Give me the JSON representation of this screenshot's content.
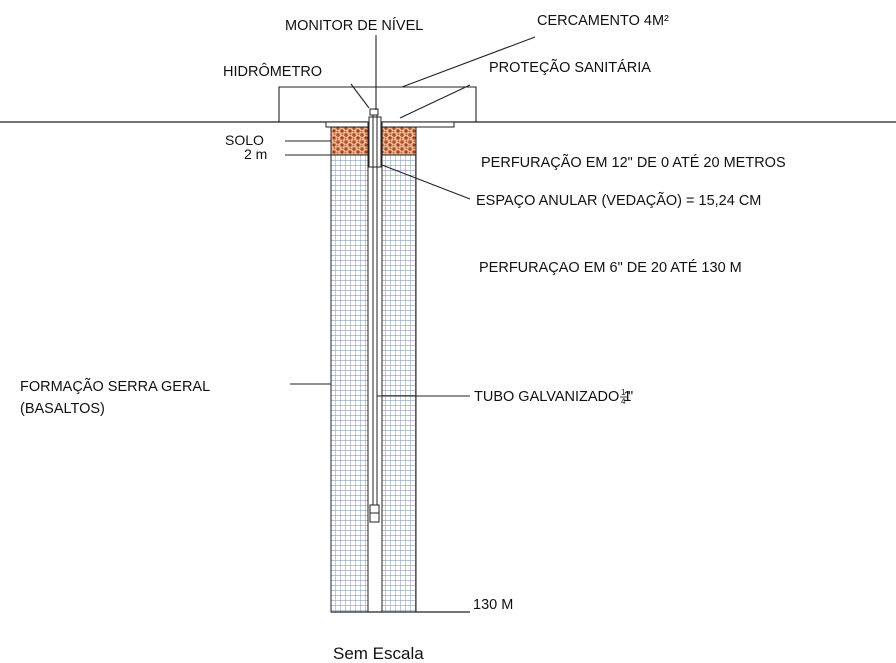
{
  "labels": {
    "monitor": "MONITOR DE NÍVEL",
    "cercamento": "CERCAMENTO 4M²",
    "hidrometro": "HIDRÔMETRO",
    "protecao": "PROTEÇÃO SANITÁRIA",
    "solo": "SOLO",
    "two_m": "2 m",
    "perf12": "PERFURAÇÃO EM 12\" DE 0 ATÉ 20 METROS",
    "espaco": "ESPAÇO ANULAR (VEDAÇÃO) = 15,24 CM",
    "perf6": "PERFURAÇAO EM 6\" DE 20 ATÉ 130 M",
    "formacao_l1": "FORMAÇÃO SERRA GERAL",
    "formacao_l2": "(BASALTOS)",
    "tubo": "TUBO GALVANIZADO 1",
    "tubo_frac_num": "1",
    "tubo_frac_den": "4",
    "tubo_suffix": "\"",
    "depth": "130 M",
    "caption": "Sem Escala"
  },
  "colors": {
    "grid": "#6f86b8",
    "soil": "#b5532a",
    "soil_bg": "#e7b38f"
  }
}
